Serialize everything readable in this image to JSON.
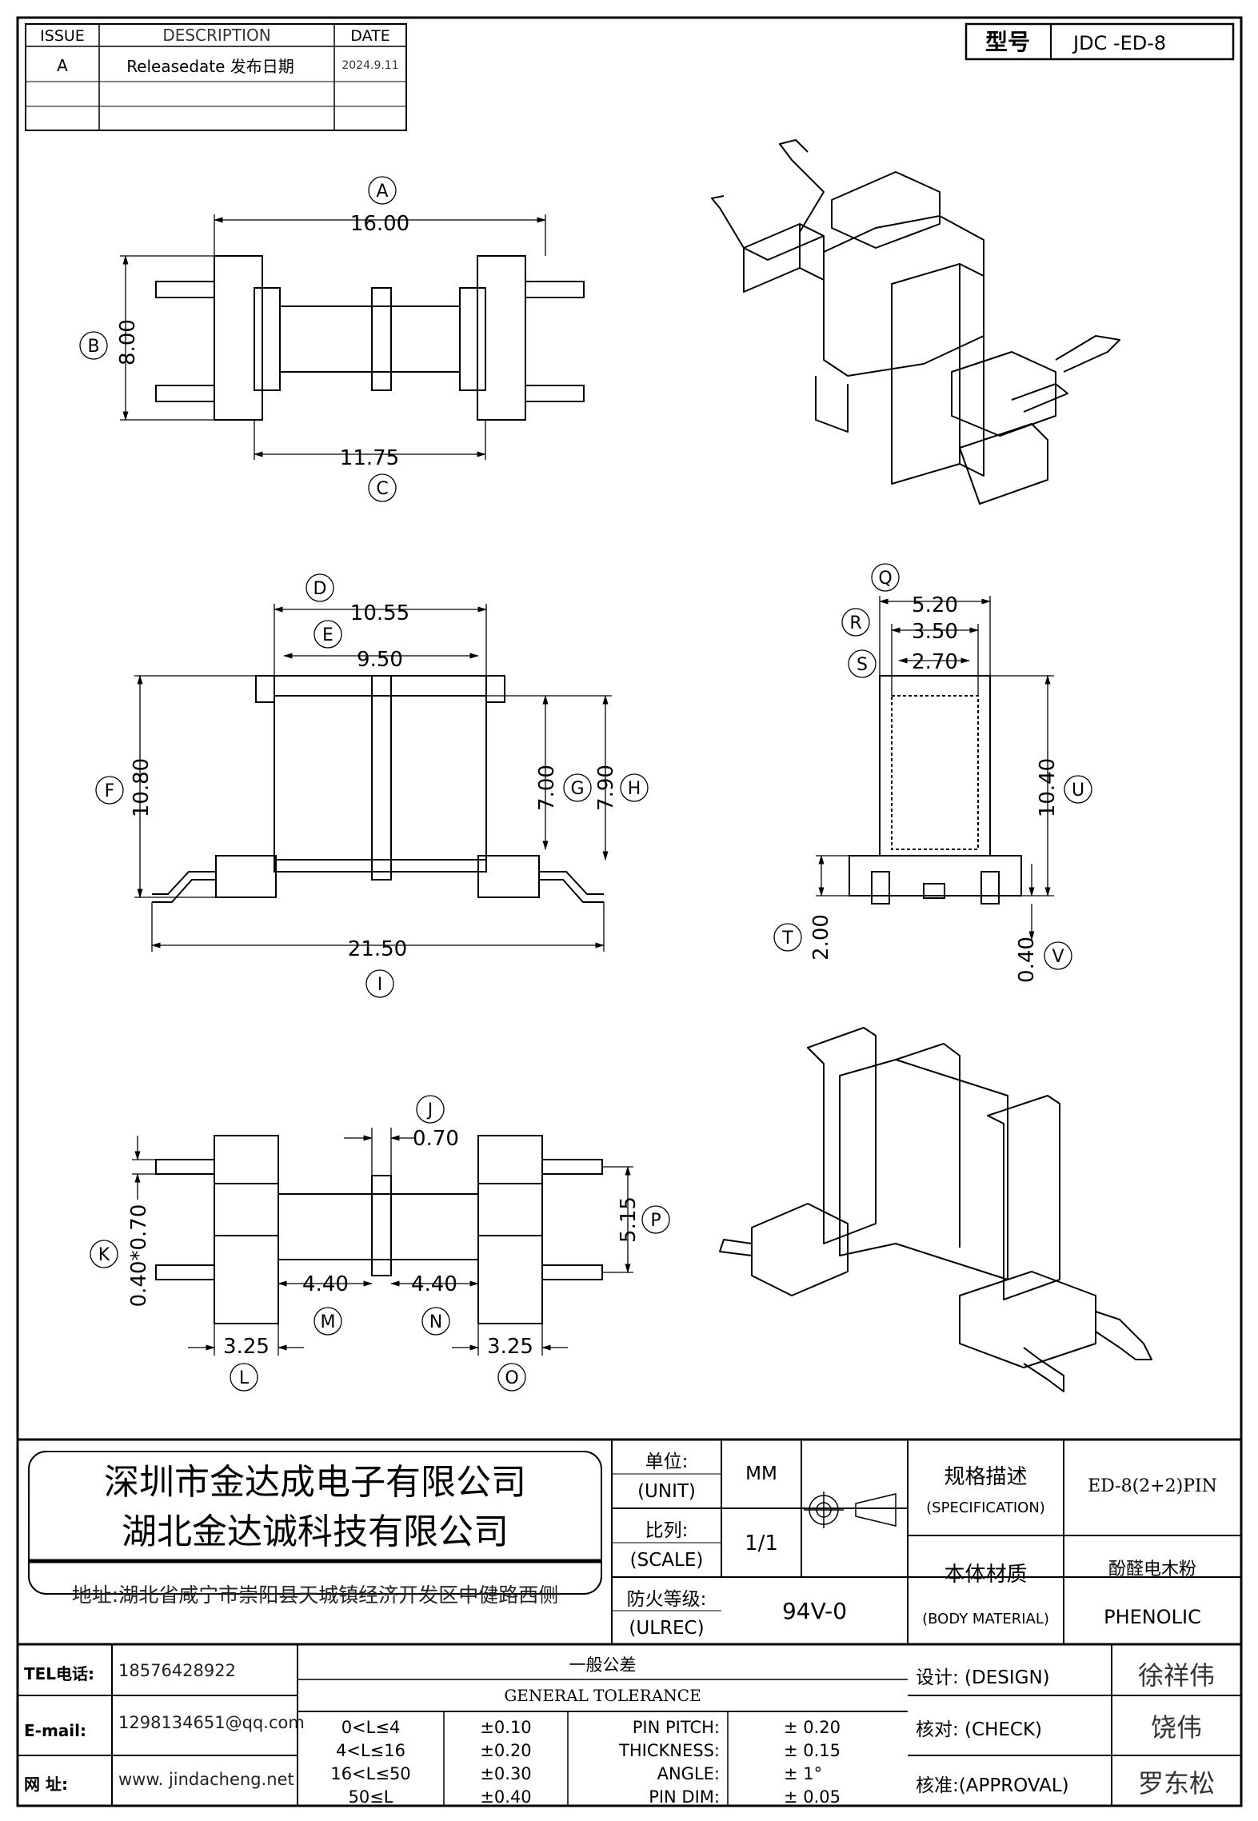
{
  "issue_table": {
    "headers": {
      "issue": "ISSUE",
      "description": "DESCRIPTION",
      "date": "DATE"
    },
    "rows": [
      {
        "issue": "A",
        "description": "Releasedate 发布日期",
        "date": "2024.9.11"
      }
    ]
  },
  "model": {
    "label": "型号",
    "value": "JDC  -ED-8"
  },
  "dimensions": {
    "A": "16.00",
    "B": "8.00",
    "C": "11.75",
    "D": "10.55",
    "E": "9.50",
    "F": "10.80",
    "G": "7.00",
    "H": "7.90",
    "I": "21.50",
    "J": "0.70",
    "K": "0.40*0.70",
    "L": "3.25",
    "M": "4.40",
    "N": "4.40",
    "O": "3.25",
    "P": "5.15",
    "Q": "5.20",
    "R": "3.50",
    "S": "2.70",
    "T": "2.00",
    "U": "10.40",
    "V": "0.40"
  },
  "dimension_letters": [
    "A",
    "B",
    "C",
    "D",
    "E",
    "F",
    "G",
    "H",
    "I",
    "J",
    "K",
    "L",
    "M",
    "N",
    "O",
    "P",
    "Q",
    "R",
    "S",
    "T",
    "U",
    "V"
  ],
  "company": {
    "name_1": "深圳市金达成电子有限公司",
    "name_2": "湖北金达诚科技有限公司",
    "address": "地址:湖北省咸宁市崇阳县天城镇经济开发区中健路西侧"
  },
  "spec_block": {
    "unit_label_cn": "单位:",
    "unit_label_en": "(UNIT)",
    "unit_value": "MM",
    "scale_label_cn": "比列:",
    "scale_label_en": "(SCALE)",
    "scale_value": "1/1",
    "fire_label_cn": "防火等级:",
    "fire_label_en": "(ULREC)",
    "fire_value": "94V-0",
    "spec_label_cn": "规格描述",
    "spec_label_en": "(SPECIFICATION)",
    "spec_value": "ED-8(2+2)PIN",
    "material_label_cn": "本体材质",
    "material_label_en": "(BODY MATERIAL)",
    "material_value_cn": "酚醛电木粉",
    "material_value_en": "PHENOLIC"
  },
  "contact": {
    "tel_label": "TEL电话:",
    "tel": "18576428922",
    "email_label": "E-mail:",
    "email": "1298134651@qq.com",
    "web_label": "网   址:",
    "web": "www. jindacheng.net"
  },
  "tolerance": {
    "title_cn": "一般公差",
    "title_en": "GENERAL TOLERANCE",
    "ranges": [
      {
        "range": "0<L≤4",
        "tol": "±0.10"
      },
      {
        "range": "4<L≤16",
        "tol": "±0.20"
      },
      {
        "range": "16<L≤50",
        "tol": "±0.30"
      },
      {
        "range": "50≤L",
        "tol": "±0.40"
      }
    ],
    "params": [
      {
        "name": "PIN PITCH:",
        "tol": "±  0.20"
      },
      {
        "name": "THICKNESS:",
        "tol": "±  0.15"
      },
      {
        "name": "ANGLE:",
        "tol": "±  1°"
      },
      {
        "name": "PIN DIM:",
        "tol": "±  0.05"
      }
    ]
  },
  "approvals": {
    "design_label": "设计: (DESIGN)",
    "design_name": "徐祥伟",
    "check_label": "核对: (CHECK)",
    "check_name": "饶伟",
    "approval_label": "核准:(APPROVAL)",
    "approval_name": "罗东松"
  }
}
